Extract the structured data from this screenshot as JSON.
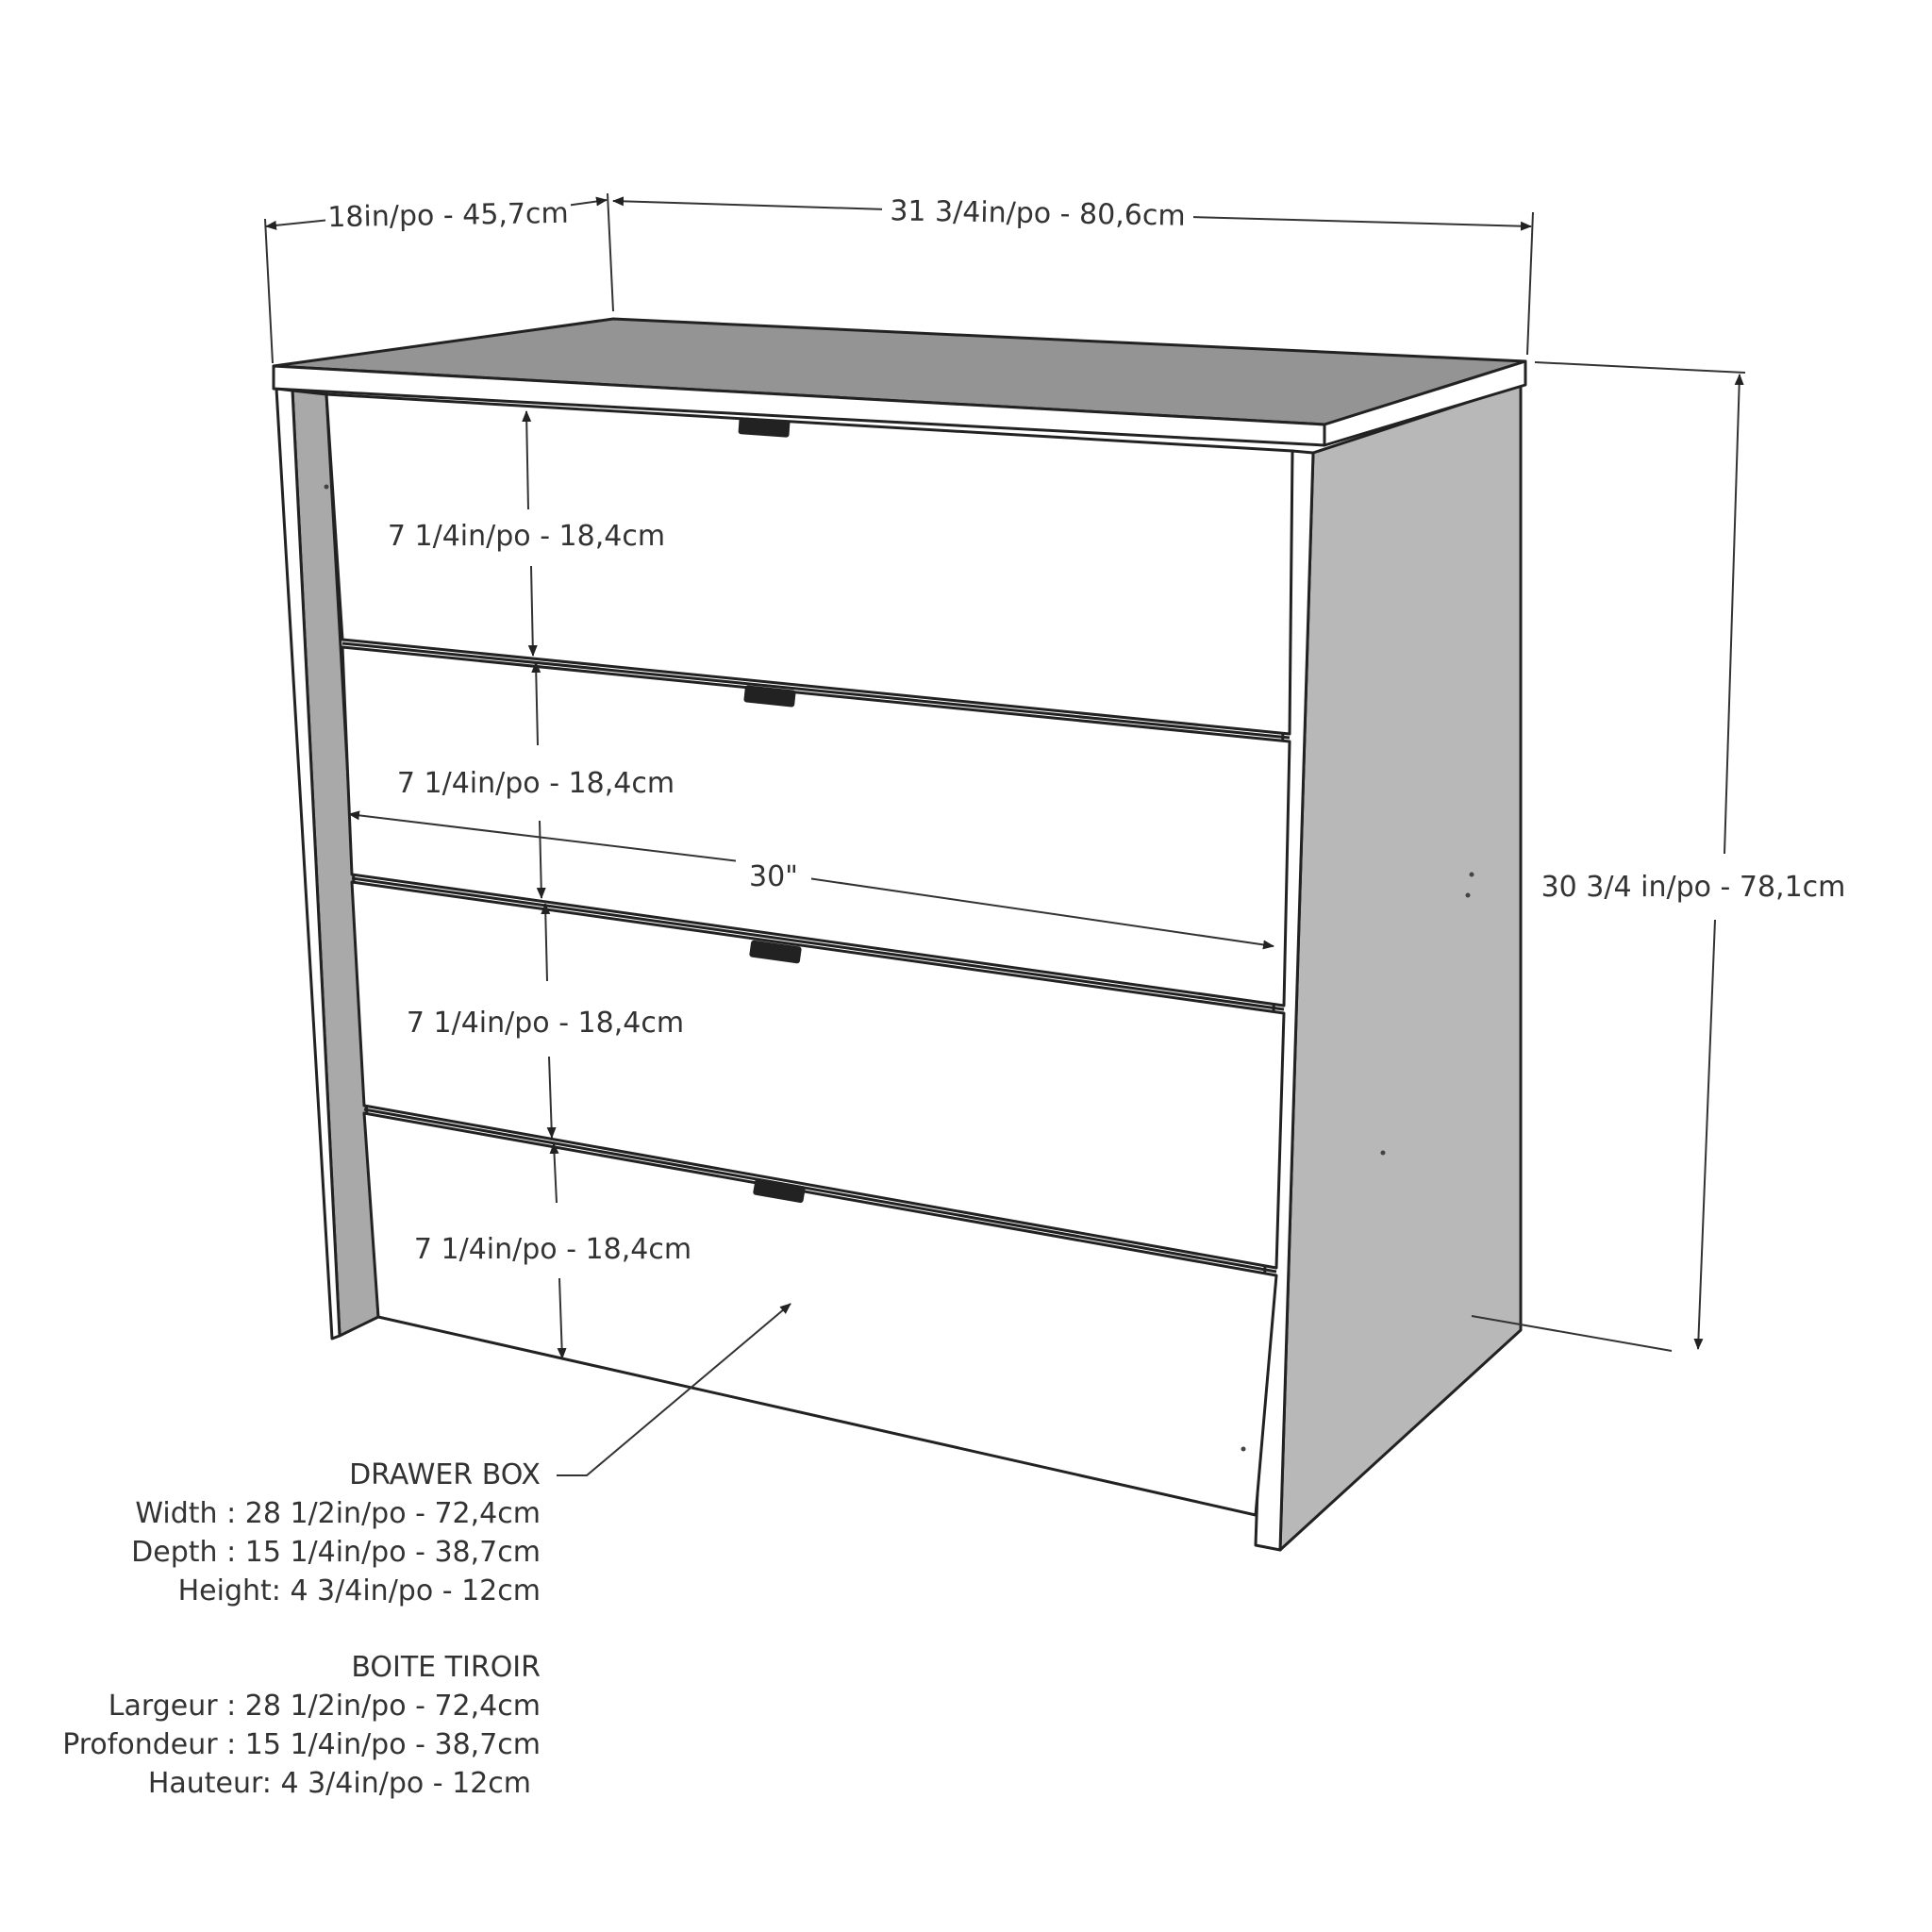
{
  "dimensions": {
    "depth": "18in/po - 45,7cm",
    "width": "31 3/4in/po - 80,6cm",
    "height": "30 3/4 in/po - 78,1cm",
    "drawer_inner_width": "30\"",
    "drawer_1": "7 1/4in/po - 18,4cm",
    "drawer_2": "7 1/4in/po - 18,4cm",
    "drawer_3": "7 1/4in/po - 18,4cm",
    "drawer_4": "7 1/4in/po - 18,4cm"
  },
  "drawer_box_en": {
    "title": "DRAWER BOX",
    "width": "Width : 28 1/2in/po - 72,4cm",
    "depth": "Depth : 15 1/4in/po - 38,7cm",
    "height": "Height: 4 3/4in/po - 12cm"
  },
  "drawer_box_fr": {
    "title": "BOITE TIROIR",
    "width": "Largeur : 28 1/2in/po - 72,4cm",
    "depth": "Profondeur : 15 1/4in/po - 38,7cm",
    "height": "Hauteur: 4 3/4in/po - 12cm"
  },
  "colors": {
    "top_surface": "#949494",
    "side_panel": "#b8b8b8",
    "left_inner": "#a9a9a9",
    "front": "#ffffff",
    "line": "#222222",
    "text": "#333333"
  }
}
